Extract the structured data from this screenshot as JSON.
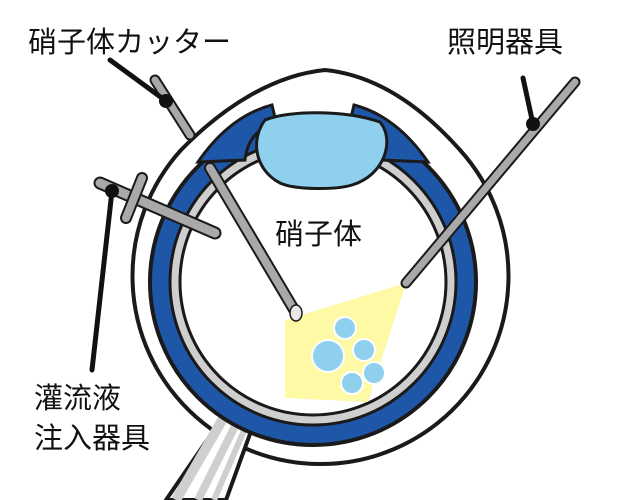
{
  "labels": {
    "cutter": "硝子体カッター",
    "illuminator": "照明器具",
    "vitreous": "硝子体",
    "infusion_line1": "灌流液",
    "infusion_line2": "注入器具"
  },
  "colors": {
    "outline": "#1a1a1a",
    "sclera_blue": "#1f57a8",
    "gray_layer": "#cfcfcf",
    "instrument_gray": "#a9a9a9",
    "lens": "#8fd0ee",
    "light_cone": "#fdf9a4",
    "bubble": "#8fd0ee"
  }
}
